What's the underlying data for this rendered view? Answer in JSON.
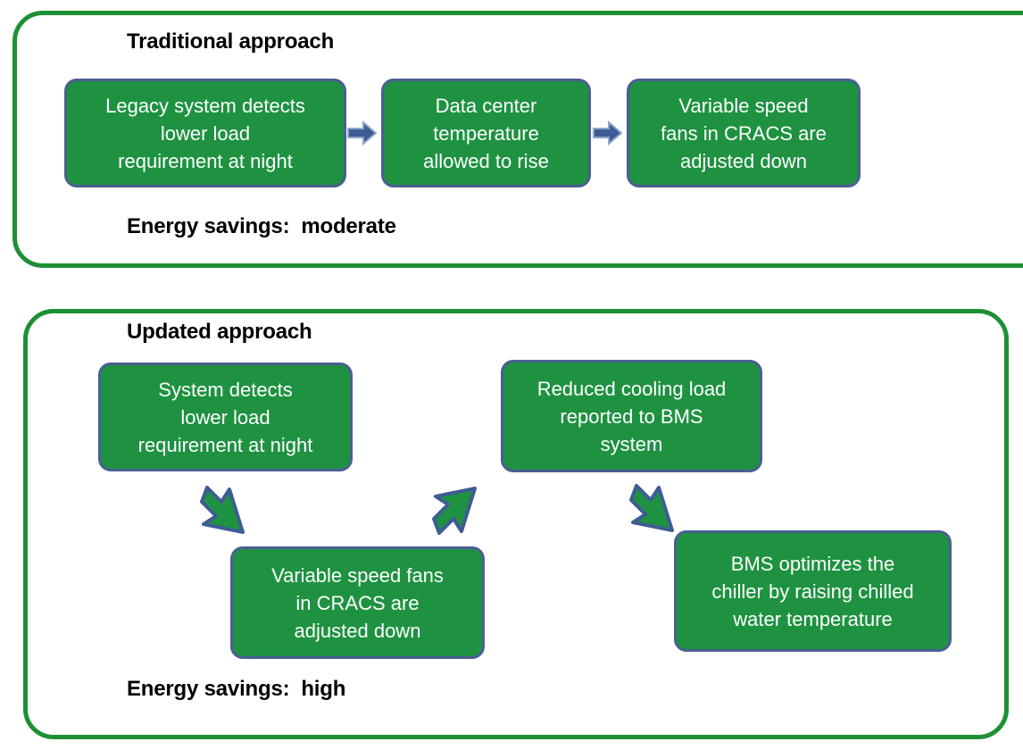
{
  "colors": {
    "panel_border": "#1E9033",
    "box_fill": "#1E9241",
    "box_border": "#4A5F93",
    "box_text": "#FFFFFF",
    "caption_text": "#000000",
    "small_arrow": "#3E5C94",
    "green_arrow_fill": "#1E9241",
    "green_arrow_stroke": "#3E5C94"
  },
  "traditional": {
    "caption": "Traditional approach",
    "savings_label": "Energy savings:  moderate",
    "steps": [
      {
        "text": "Legacy system detects\nlower load\nrequirement  at night"
      },
      {
        "text": "Data center\ntemperature\nallowed to rise"
      },
      {
        "text": "Variable speed\nfans  in CRACS are\nadjusted down"
      }
    ],
    "connectors": [
      {
        "name": "arrow-right-small",
        "from": 0,
        "to": 1,
        "direction": "right"
      },
      {
        "name": "arrow-right-small",
        "from": 1,
        "to": 2,
        "direction": "right"
      }
    ]
  },
  "updated": {
    "caption": "Updated approach",
    "savings_label": "Energy savings:  high",
    "steps": [
      {
        "text": "System detects\nlower load\nrequirement at night"
      },
      {
        "text": "Variable speed fans\nin CRACS are\nadjusted down"
      },
      {
        "text": "Reduced cooling load\nreported to BMS\nsystem"
      },
      {
        "text": "BMS optimizes the\nchiller by raising chilled\nwater temperature"
      }
    ],
    "connectors": [
      {
        "name": "arrow-down-right-bent",
        "from": 0,
        "to": 1,
        "direction": "down-right"
      },
      {
        "name": "arrow-up-right-bent",
        "from": 1,
        "to": 2,
        "direction": "up-right"
      },
      {
        "name": "arrow-down-right-bent",
        "from": 2,
        "to": 3,
        "direction": "down-right"
      }
    ]
  }
}
